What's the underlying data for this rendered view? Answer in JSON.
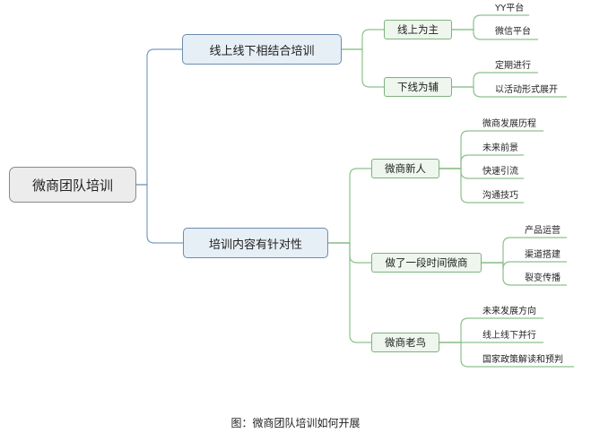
{
  "mindmap": {
    "root": "微商团队培训",
    "branches": [
      {
        "label": "线上线下相结合培训",
        "children": [
          {
            "label": "线上为主",
            "leaves": [
              "YY平台",
              "微信平台"
            ]
          },
          {
            "label": "下线为辅",
            "leaves": [
              "定期进行",
              "以活动形式展开"
            ]
          }
        ]
      },
      {
        "label": "培训内容有针对性",
        "children": [
          {
            "label": "微商新人",
            "leaves": [
              "微商发展历程",
              "未来前景",
              "快速引流",
              "沟通技巧"
            ]
          },
          {
            "label": "做了一段时间微商",
            "leaves": [
              "产品运营",
              "渠道搭建",
              "裂变传播"
            ]
          },
          {
            "label": "微商老鸟",
            "leaves": [
              "未来发展方向",
              "线上线下并行",
              "国家政策解读和预判"
            ]
          }
        ]
      }
    ]
  },
  "caption": "图：微商团队培训如何开展",
  "colors": {
    "root_line": "#7a9cc0",
    "branch_line": "#8cc08c"
  }
}
